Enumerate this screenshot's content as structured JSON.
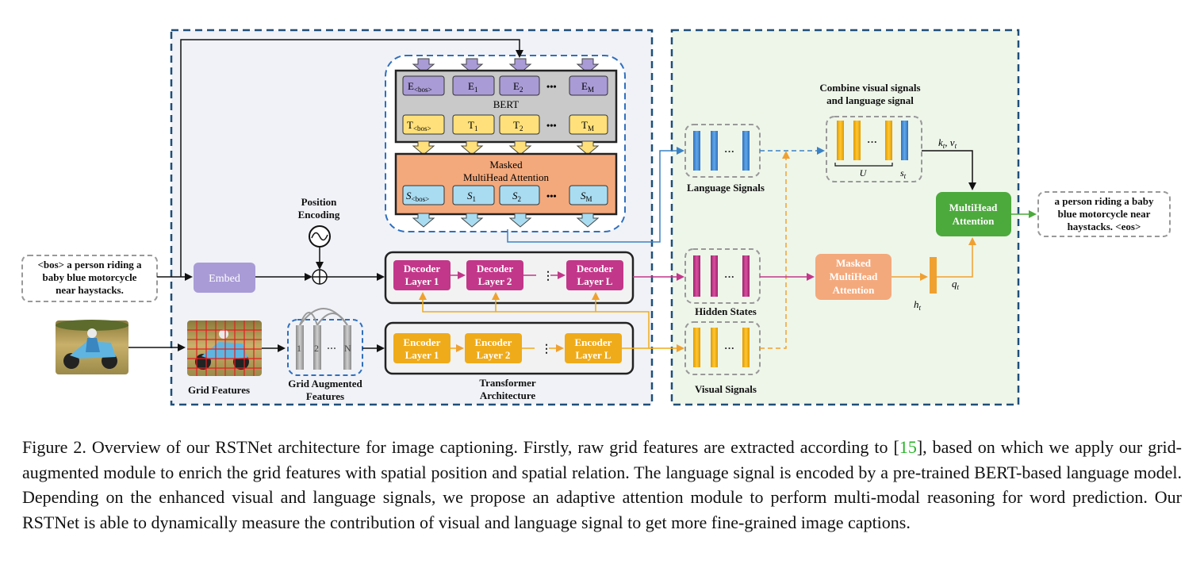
{
  "diagram": {
    "input_caption": "<bos> a person riding a baby blue motorcycle near haystacks.",
    "input_caption_lines": [
      "<bos> a person riding a",
      "baby blue motorcycle",
      "near haystacks."
    ],
    "output_caption_lines": [
      "a person riding a baby",
      "blue motorcycle near",
      "haystacks. <eos>"
    ],
    "embed": "Embed",
    "position_encoding_lines": [
      "Position",
      "Encoding"
    ],
    "bert": {
      "label": "BERT",
      "embeddings": [
        "E<bos>",
        "E1",
        "E2",
        "EM"
      ],
      "tokens": [
        "T<bos>",
        "T1",
        "T2",
        "TM"
      ]
    },
    "masked_attention_lines": [
      "Masked",
      "MultiHead Attention"
    ],
    "signals": [
      "S<bos>",
      "S1",
      "S2",
      "SM"
    ],
    "decoder_layers": [
      [
        "Decoder",
        "Layer 1"
      ],
      [
        "Decoder",
        "Layer 2"
      ],
      [
        "Decoder",
        "Layer L"
      ]
    ],
    "encoder_layers": [
      [
        "Encoder",
        "Layer 1"
      ],
      [
        "Encoder",
        "Layer 2"
      ],
      [
        "Encoder",
        "Layer L"
      ]
    ],
    "grid_features": "Grid Features",
    "grid_augmented_lines": [
      "Grid Augmented",
      "Features"
    ],
    "grid_tokens": [
      "1",
      "2",
      "N"
    ],
    "transformer_lines": [
      "Transformer",
      "Architecture"
    ],
    "language_signals": "Language Signals",
    "hidden_states": "Hidden States",
    "visual_signals": "Visual Signals",
    "combine_lines": [
      "Combine visual signals",
      "and language signal"
    ],
    "combine_u": "U",
    "combine_st": "st",
    "kv_label": "kt, vt",
    "q_label": "qt",
    "h_label": "ht",
    "masked_multihead_lines": [
      "Masked",
      "MultiHead",
      "Attention"
    ],
    "multihead_lines": [
      "MultiHead",
      "Attention"
    ],
    "ellipsis": "•••"
  },
  "caption": {
    "before_ref": "Figure 2. Overview of our RSTNet architecture for image captioning. Firstly, raw grid features are extracted according to [",
    "ref": "15",
    "after_ref": "], based on which we apply our grid-augmented module to enrich the grid features with spatial position and spatial relation. The language signal is encoded by a pre-trained BERT-based language model. Depending on the enhanced visual and language signals, we propose an adaptive attention module to perform multi-modal reasoning for word prediction. Our RSTNet is able to dynamically measure the contribution of visual and language signal to get more fine-grained image captions."
  },
  "colors": {
    "left_panel_bg": "#f0f2f7",
    "right_panel_bg": "#eef6ea",
    "dash_border": "#1f4e79",
    "bert_bg": "#c9c9c9",
    "purple": "#a99bd6",
    "yellow": "#ffe07a",
    "orange": "#f4a97c",
    "light_blue": "#a9dcf1",
    "magenta": "#c2378a",
    "encoder": "#efab1a",
    "green": "#4caa3c",
    "arrow_blue": "#3b82c4",
    "arrow_orange": "#f0a030",
    "arrow_magenta": "#c2378a"
  }
}
